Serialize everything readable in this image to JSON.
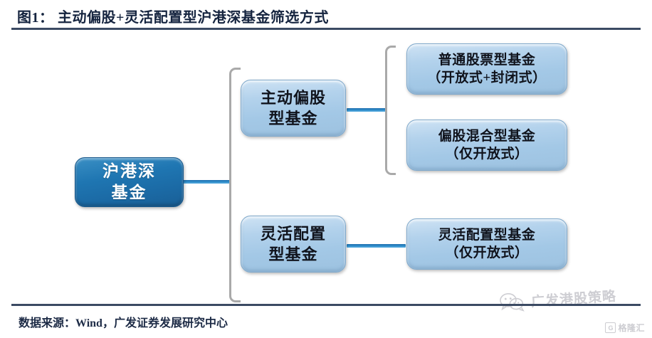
{
  "figure": {
    "title": "图1： 主动偏股+灵活配置型沪港深基金筛选方式",
    "source": "数据来源：Wind，广发证券发展研究中心"
  },
  "diagram": {
    "root": {
      "label": "沪港深\n基金",
      "color": "#1f76b2",
      "text_color": "#ffffff"
    },
    "branches": [
      {
        "label": "主动偏股\n型基金",
        "color": "#a3c8e6",
        "text_color": "#10131c",
        "children": [
          {
            "label": "普通股票型基金\n（开放式+封闭式）",
            "color": "#a3c8e6",
            "text_color": "#10131c"
          },
          {
            "label": "偏股混合型基金\n（仅开放式）",
            "color": "#a3c8e6",
            "text_color": "#10131c"
          }
        ]
      },
      {
        "label": "灵活配置\n型基金",
        "color": "#a3c8e6",
        "text_color": "#10131c",
        "children": [
          {
            "label": "灵活配置型基金\n（仅开放式）",
            "color": "#a3c8e6",
            "text_color": "#10131c"
          }
        ]
      }
    ],
    "connector_color": "#2f8ecb",
    "bracket_color": "#a9a9a9"
  },
  "watermark": {
    "text": "广发港股策略",
    "icon": "wechat-icon",
    "badge_letter": "G",
    "badge_text": "格隆汇"
  }
}
